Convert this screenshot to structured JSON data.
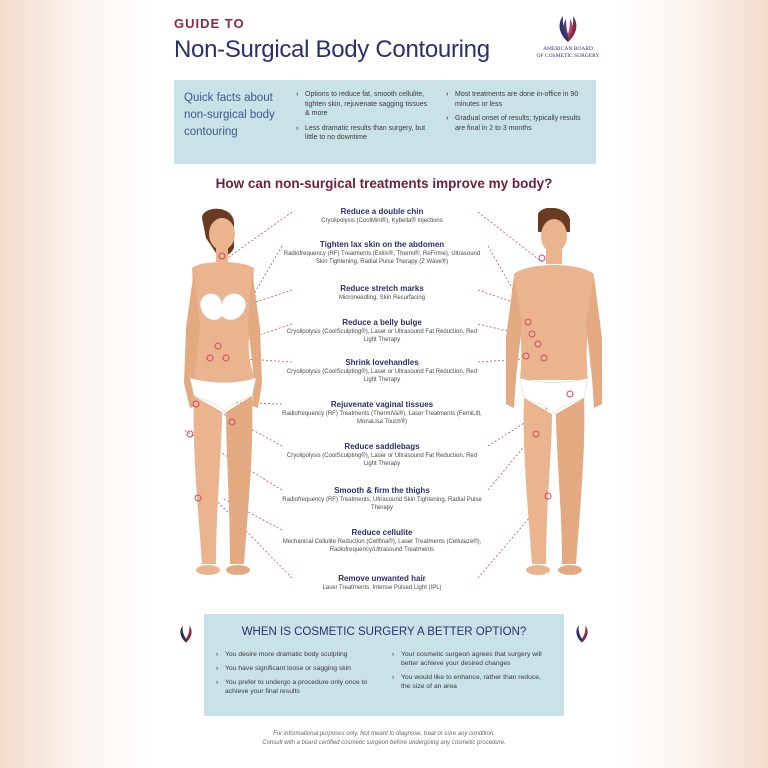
{
  "header": {
    "guide_to": "GUIDE TO",
    "title": "Non-Surgical Body Contouring",
    "logo_text_line1": "AMERICAN BOARD",
    "logo_text_line2": "OF COSMETIC SURGERY"
  },
  "quick_facts": {
    "title": "Quick facts about non-surgical body contouring",
    "col1": [
      "Options to reduce fat, smooth cellulite, tighten skin, rejuvenate sagging tissues & more",
      "Less dramatic results than surgery, but little to no downtime"
    ],
    "col2": [
      "Most treatments are done in-office in 90 minutes or less",
      "Gradual onset of results; typically results are final in 2 to 3 months"
    ]
  },
  "question": "How can non-surgical treatments improve my body?",
  "treatments": [
    {
      "heading": "Reduce a double chin",
      "detail": "Cryolipolysis (CoolMini®), Kybella® Injections"
    },
    {
      "heading": "Tighten lax skin on the abdomen",
      "detail": "Radiofrequency (RF) Treatments (Exilis®, Thermi®, ReFirme), Ultrasound Skin Tightening, Radial Pulse Therapy (Z Wave®)"
    },
    {
      "heading": "Reduce stretch marks",
      "detail": "Microneedling, Skin Resurfacing"
    },
    {
      "heading": "Reduce a belly bulge",
      "detail": "Cryolipolysis (CoolSculpting®), Laser or Ultrasound Fat Reduction, Red Light Therapy"
    },
    {
      "heading": "Shrink lovehandles",
      "detail": "Cryolipolysis (CoolSculpting®), Laser or Ultrasound Fat Reduction, Red Light Therapy"
    },
    {
      "heading": "Rejuvenate vaginal tissues",
      "detail": "Radiofrequency (RF) Treatments (ThermiVa®), Laser Treatments (FemiLift, MonaLisa Touch®)"
    },
    {
      "heading": "Reduce saddlebags",
      "detail": "Cryolipolysis (CoolSculpting®), Laser or Ultrasound Fat Reduction, Red Light Therapy"
    },
    {
      "heading": "Smooth & firm the thighs",
      "detail": "Radiofrequency (RF) Treatments, Ultrasound Skin Tightening, Radial Pulse Therapy"
    },
    {
      "heading": "Reduce cellulite",
      "detail": "Mechanical Cellulite Reduction (Cellfina®), Laser Treatments (Cellulaze®), Radiofrequency/Ultrasound Treatments"
    },
    {
      "heading": "Remove unwanted hair",
      "detail": "Laser Treatments, Intense Pulsed Light (IPL)"
    }
  ],
  "better_option": {
    "title": "WHEN IS COSMETIC SURGERY A BETTER OPTION?",
    "col1": [
      "You desire more dramatic body sculpting",
      "You have significant loose or sagging skin",
      "You prefer to undergo a procedure only once to achieve your final results"
    ],
    "col2": [
      "Your cosmetic surgeon agrees that surgery will better achieve your desired changes",
      "You would like to enhance, rather than reduce, the size of an area"
    ]
  },
  "footer": {
    "line1": "For informational purposes only. Not meant to diagnose, treat or cure any condition.",
    "line2": "Consult with a board certified cosmetic surgeon before undergoing any cosmetic procedure."
  },
  "colors": {
    "navy": "#2b2f6a",
    "maroon": "#8a2a45",
    "panel": "#c9e2e8",
    "skin": "#eab58e",
    "marker": "#d04a6a"
  }
}
